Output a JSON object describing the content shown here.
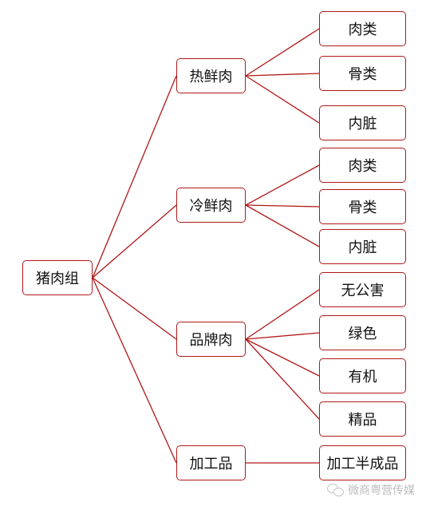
{
  "diagram": {
    "root": "猪肉组",
    "categories": [
      {
        "label": "热鲜肉",
        "children": [
          "肉类",
          "骨类",
          "内脏"
        ]
      },
      {
        "label": "冷鲜肉",
        "children": [
          "肉类",
          "骨类",
          "内脏"
        ]
      },
      {
        "label": "品牌肉",
        "children": [
          "无公害",
          "绿色",
          "有机",
          "精品"
        ]
      },
      {
        "label": "加工品",
        "children": [
          "加工半成品"
        ]
      }
    ]
  },
  "watermark": {
    "text": "微商粤营传媒",
    "icon": "wechat-icon"
  },
  "colors": {
    "line": "#b01818",
    "border": "#b01818",
    "text": "#111111"
  }
}
